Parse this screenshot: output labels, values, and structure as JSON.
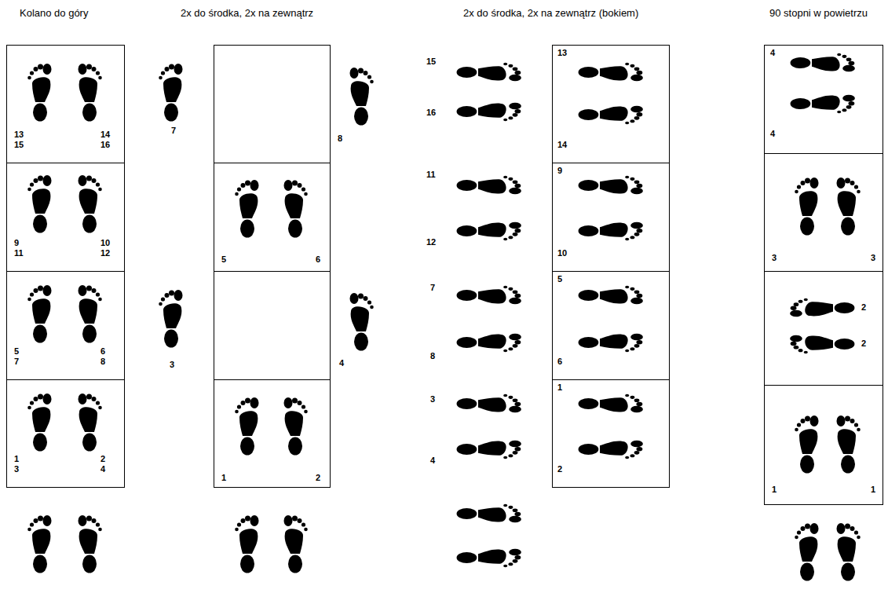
{
  "diagram": {
    "nodes": [
      {
        "text": [
          "13",
          "14",
          "15",
          "16"
        ]
      },
      {
        "text": [
          "9",
          "10",
          "11",
          "12"
        ]
      },
      {
        "text": [
          "5",
          "6",
          "7",
          "8"
        ]
      },
      {
        "text": [
          "1",
          "2",
          "3",
          "4"
        ]
      },
      {
        "text": [
          "5",
          "6"
        ]
      },
      {
        "text": [
          "1",
          "2"
        ]
      },
      {
        "text": [
          "13",
          "14"
        ]
      },
      {
        "text": [
          "9",
          "10"
        ]
      },
      {
        "text": [
          "5",
          "6"
        ]
      },
      {
        "text": [
          "1",
          "2"
        ]
      },
      {
        "text": [
          "4",
          "4"
        ]
      },
      {
        "text": [
          "3",
          "3"
        ]
      },
      {
        "text": [
          "2",
          "2"
        ]
      },
      {
        "text": [
          "1",
          "1"
        ]
      }
    ],
    "labels": [
      "Kolano do góry",
      "2x do środka, 2x na zewnątrz",
      "2x do środka, 2x na zewnątrz (bokiem)",
      "90 stopni w powietrzu",
      "7",
      "8",
      "3",
      "4",
      "15",
      "16",
      "11",
      "12",
      "7",
      "8",
      "3",
      "4"
    ]
  }
}
